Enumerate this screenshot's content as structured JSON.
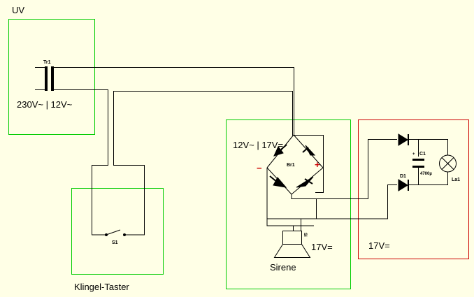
{
  "colors": {
    "background": "#ffffe6",
    "green_box": "#00cc00",
    "red_box": "#cc0000",
    "wire": "#000000",
    "sign": "#cc0000"
  },
  "labels": {
    "uv": "UV",
    "transformer_ref": "Tr1",
    "transformer_voltage": "230V~ | 12V~",
    "rectifier_voltage": "12V~ | 17V=",
    "rectifier_ref": "Br1",
    "minus": "−",
    "plus": "+",
    "switch_ref": "S1",
    "button_caption": "Klingel-Taster",
    "siren_ref": "Si",
    "siren_voltage": "17V=",
    "siren_caption": "Sirene",
    "cap_ref": "C1",
    "cap_value": "4700µ",
    "cap_plus": "+",
    "diode_ref": "D1",
    "lamp_ref": "La1",
    "red_voltage": "17V="
  }
}
